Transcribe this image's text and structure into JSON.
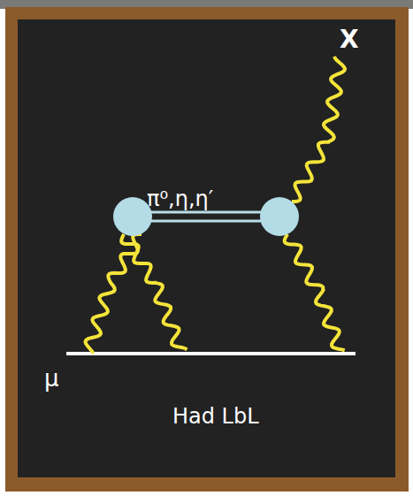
{
  "diagram": {
    "labels": [
      "X",
      "π⁰,η,η′",
      "μ",
      "Had LbL"
    ]
  }
}
